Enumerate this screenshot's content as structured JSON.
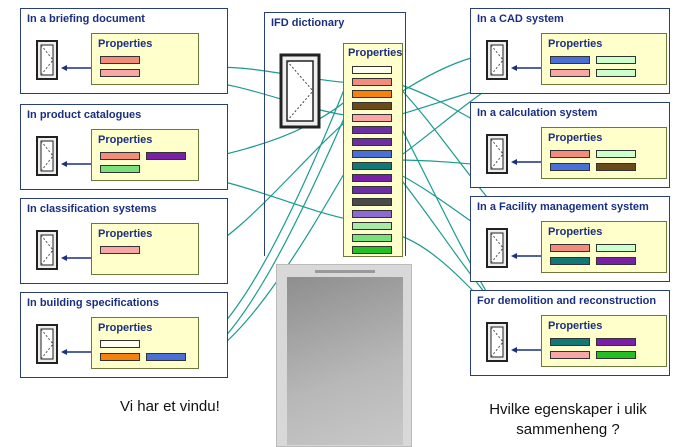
{
  "ifd": {
    "title": "IFD dictionary",
    "properties_label": "Properties",
    "bars": [
      "#fffff0",
      "#f28c7c",
      "#f5820f",
      "#6b4a1a",
      "#f8a6a6",
      "#6b2fa3",
      "#6b2fa3",
      "#4a6fd6",
      "#117777",
      "#7a1fa8",
      "#6b2fa3",
      "#4a4a4a",
      "#8b6bd0",
      "#a8e9a8",
      "#7ae07a",
      "#22c022"
    ]
  },
  "left_boxes": [
    {
      "title": "In a briefing document",
      "properties_label": "Properties",
      "bars": [
        [
          "#f28c7c"
        ],
        [
          "#f8a6a6"
        ]
      ]
    },
    {
      "title": "In product catalogues",
      "properties_label": "Properties",
      "bars": [
        [
          "#f28c7c",
          "#7a1fa8"
        ],
        [
          "#7ae07a"
        ]
      ]
    },
    {
      "title": "In classification systems",
      "properties_label": "Properties",
      "bars": [
        [
          "#f8a6a6"
        ]
      ]
    },
    {
      "title": "In building specifications",
      "properties_label": "Properties",
      "bars": [
        [
          "#fffff0"
        ],
        [
          "#f5820f",
          "#4a6fd6"
        ]
      ]
    }
  ],
  "right_boxes": [
    {
      "title": "In a CAD system",
      "properties_label": "Properties",
      "bars": [
        [
          "#4a6fd6",
          "#ccffcc"
        ],
        [
          "#f8a6a6",
          "#ccffcc"
        ]
      ]
    },
    {
      "title": "In a calculation system",
      "properties_label": "Properties",
      "bars": [
        [
          "#f28c7c",
          "#ccffcc"
        ],
        [
          "#4a6fd6",
          "#6b4a1a"
        ]
      ]
    },
    {
      "title": "In a Facility management system",
      "properties_label": "Properties",
      "bars": [
        [
          "#f28c7c",
          "#ccffcc"
        ],
        [
          "#117777",
          "#7a1fa8"
        ]
      ]
    },
    {
      "title": "For demolition and reconstruction",
      "properties_label": "Properties",
      "bars": [
        [
          "#117777",
          "#7a1fa8"
        ],
        [
          "#f8a6a6",
          "#22c022"
        ]
      ]
    }
  ],
  "captions": {
    "left": "Vi har et vindu!",
    "right": "Hvilke egenskaper i ulik sammenheng ?"
  }
}
